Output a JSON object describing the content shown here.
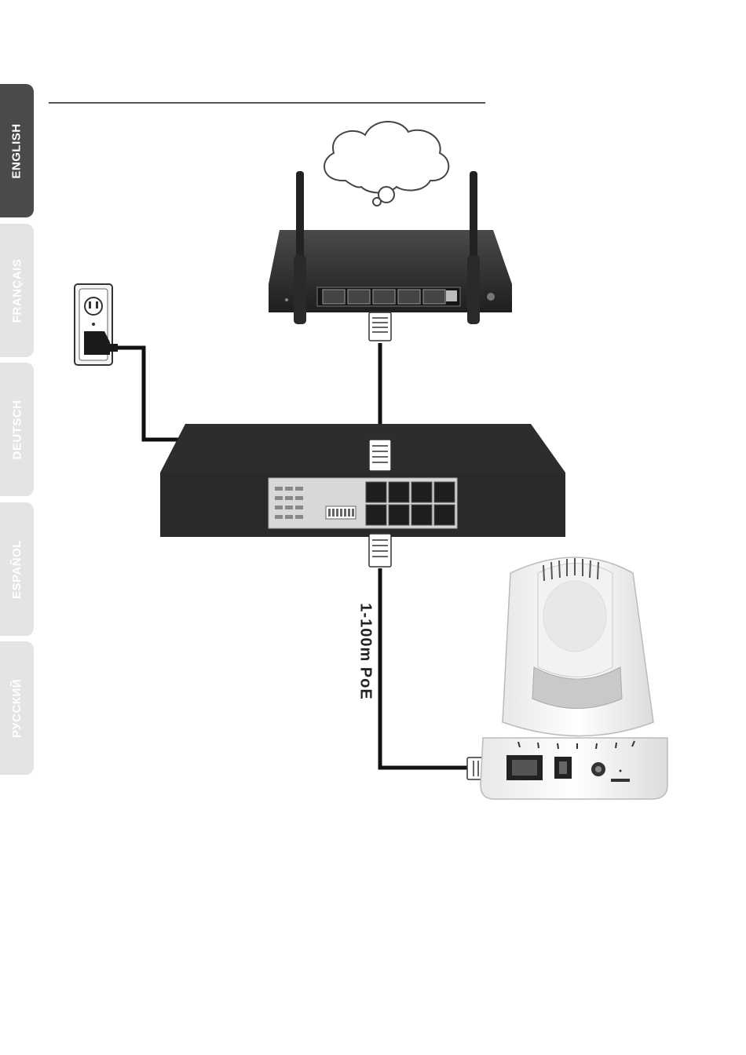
{
  "language_tabs": [
    {
      "label": "ENGLISH",
      "active": true
    },
    {
      "label": "FRANÇAIS",
      "active": false
    },
    {
      "label": "DEUTSCH",
      "active": false
    },
    {
      "label": "ESPAÑOL",
      "active": false
    },
    {
      "label": "РУССКИЙ",
      "active": false
    }
  ],
  "diagram": {
    "cable_label": "1-100m PoE",
    "devices": [
      "internet-cloud",
      "wireless-router",
      "wall-outlet",
      "poe-switch",
      "ptz-camera"
    ]
  },
  "colors": {
    "device_dark": "#2d2d2d",
    "cable": "#111111",
    "tab_active": "#4a4a4a",
    "tab_inactive": "#e4e4e4"
  }
}
